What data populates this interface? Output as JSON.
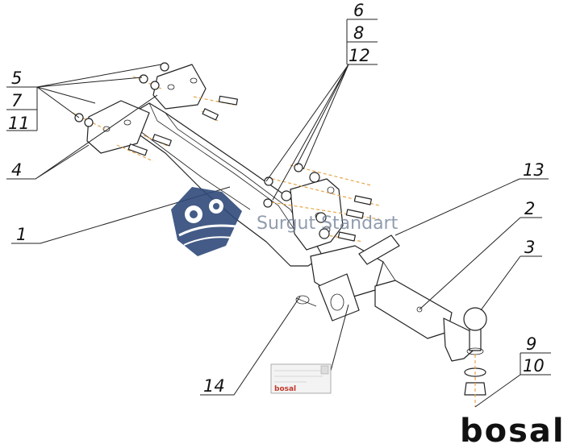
{
  "callouts": [
    {
      "id": "c6",
      "text": "6"
    },
    {
      "id": "c8",
      "text": "8"
    },
    {
      "id": "c12",
      "text": "12"
    },
    {
      "id": "c5",
      "text": "5"
    },
    {
      "id": "c7",
      "text": "7"
    },
    {
      "id": "c11",
      "text": "11"
    },
    {
      "id": "c4",
      "text": "4"
    },
    {
      "id": "c1",
      "text": "1"
    },
    {
      "id": "c13",
      "text": "13"
    },
    {
      "id": "c2",
      "text": "2"
    },
    {
      "id": "c3",
      "text": "3"
    },
    {
      "id": "c9",
      "text": "9"
    },
    {
      "id": "c10",
      "text": "10"
    },
    {
      "id": "c14",
      "text": "14"
    }
  ],
  "watermark": {
    "text": "Surgut Standart"
  },
  "brand": {
    "text": "bosal"
  },
  "plate": {
    "logo": "bosal"
  },
  "colors": {
    "line": "#222222",
    "bolt": "#e8a54b",
    "watermark": "#2f4a7a",
    "brand": "#111111"
  }
}
